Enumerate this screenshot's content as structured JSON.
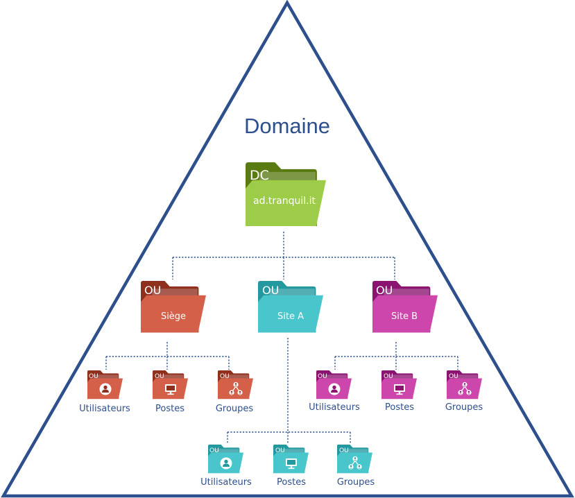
{
  "title": "Domaine",
  "colors": {
    "outline": "#2d4f8e",
    "dc_back": "#5a7a12",
    "dc_front": "#9dcc48",
    "siege_back": "#8f2f1e",
    "siege_front": "#d5604a",
    "siteA_back": "#23999f",
    "siteA_front": "#48c6cc",
    "siteB_back": "#8a1470",
    "siteB_front": "#cc46ac"
  },
  "dc": {
    "tag": "DC",
    "name": "ad.tranquil.it"
  },
  "sites": {
    "siege": {
      "tag": "OU",
      "name": "Siège",
      "children": [
        {
          "tag": "OU",
          "label": "Utilisateurs",
          "icon": "user-icon"
        },
        {
          "tag": "OU",
          "label": "Postes",
          "icon": "monitor-icon"
        },
        {
          "tag": "OU",
          "label": "Groupes",
          "icon": "group-icon"
        }
      ]
    },
    "siteA": {
      "tag": "OU",
      "name": "Site A",
      "children": [
        {
          "tag": "OU",
          "label": "Utilisateurs",
          "icon": "user-icon"
        },
        {
          "tag": "OU",
          "label": "Postes",
          "icon": "monitor-icon"
        },
        {
          "tag": "OU",
          "label": "Groupes",
          "icon": "group-icon"
        }
      ]
    },
    "siteB": {
      "tag": "OU",
      "name": "Site B",
      "children": [
        {
          "tag": "OU",
          "label": "Utilisateurs",
          "icon": "user-icon"
        },
        {
          "tag": "OU",
          "label": "Postes",
          "icon": "monitor-icon"
        },
        {
          "tag": "OU",
          "label": "Groupes",
          "icon": "group-icon"
        }
      ]
    }
  }
}
